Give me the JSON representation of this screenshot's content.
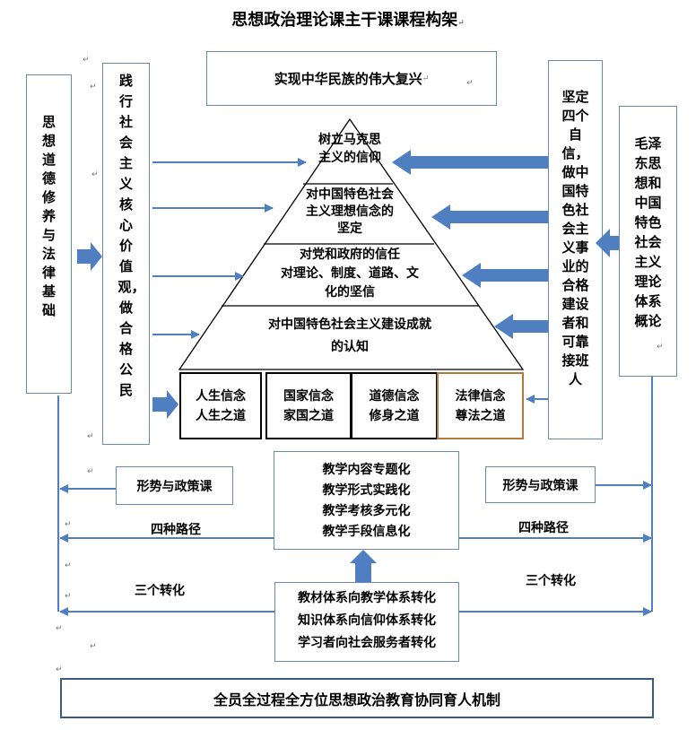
{
  "title": "思想政治理论课主干课课程构架",
  "colors": {
    "arrow": "#4f7ec1",
    "box_border": "#6a8ab0",
    "law_border": "#b07a3a",
    "line": "#4f7ec1"
  },
  "top_goal": "实现中华民族的伟大复兴",
  "left_course": "思想道德修养与法律基础",
  "left_values": "践行社会主义核心价值观，做合格公民",
  "right_course": "毛泽东思想和中国特色社会主义理论体系概论",
  "right_goal": "坚定四个自信，做中国特色社会主义事业的合格建设者和可靠接班人",
  "pyramid": {
    "level1": [
      "树立马克思",
      "主义的信仰"
    ],
    "level2": [
      "对中国特色社会",
      "主义理想信念的",
      "坚定"
    ],
    "level3": [
      "对党和政府的信任",
      "对理论、制度、道路、文",
      "化的坚信"
    ],
    "level4": [
      "对中国特色社会主义建设成就",
      "的认知"
    ]
  },
  "beliefs": [
    {
      "line1": "人生信念",
      "line2": "人生之道"
    },
    {
      "line1": "国家信念",
      "line2": "家国之道"
    },
    {
      "line1": "道德信念",
      "line2": "修身之道"
    },
    {
      "line1": "法律信念",
      "line2": "尊法之道"
    }
  ],
  "policy_left": "形势与政策课",
  "policy_right": "形势与政策课",
  "teaching_reforms": [
    "教学内容专题化",
    "教学形式实践化",
    "教学考核多元化",
    "教学手段信息化"
  ],
  "four_paths_left": "四种路径",
  "four_paths_right": "四种路径",
  "three_transforms_left": "三个转化",
  "three_transforms_right": "三个转化",
  "transforms": [
    "教材体系向教学体系转化",
    "知识体系向信仰体系转化",
    "学习者向社会服务者转化"
  ],
  "bottom_mechanism": "全员全过程全方位思想政治教育协同育人机制",
  "para_mark": "↵"
}
